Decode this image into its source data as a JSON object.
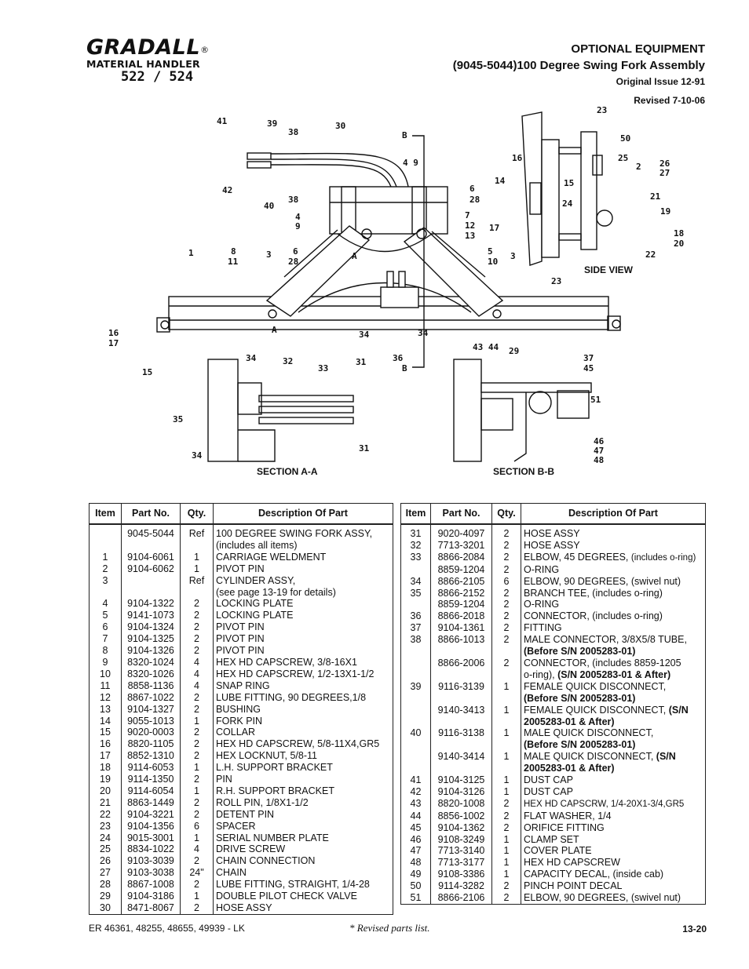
{
  "logo": {
    "brand": "GRADALL",
    "registered": "®",
    "subtitle": "MATERIAL HANDLER",
    "model": "522 / 524"
  },
  "header": {
    "line1": "OPTIONAL EQUIPMENT",
    "line2": "(9045-5044)100 Degree Swing Fork Assembly",
    "line3": "Original Issue 12-91",
    "line4": "Revised 7-10-06"
  },
  "diagram": {
    "side_view_caption": "SIDE VIEW",
    "section_aa_caption": "SECTION A-A",
    "section_bb_caption": "SECTION B-B",
    "callouts": [
      "41",
      "39",
      "38",
      "30",
      "42",
      "40",
      "38",
      "B",
      "4 9",
      "6",
      "28",
      "4",
      "9",
      "7",
      "12",
      "13",
      "8",
      "11",
      "3",
      "6",
      "28",
      "1",
      "A",
      "5",
      "10",
      "3",
      "16",
      "17",
      "15",
      "A",
      "34",
      "34",
      "36",
      "B",
      "23",
      "50",
      "25",
      "2",
      "26",
      "27",
      "16",
      "14",
      "15",
      "24",
      "21",
      "19",
      "17",
      "18",
      "20",
      "22",
      "23",
      "34",
      "32",
      "33",
      "31",
      "35",
      "34",
      "31",
      "43 44",
      "29",
      "37",
      "45",
      "51",
      "46",
      "47",
      "48"
    ]
  },
  "table": {
    "headers": {
      "item": "Item",
      "part": "Part No.",
      "qty": "Qty.",
      "desc": "Description Of Part"
    },
    "left": [
      {
        "item": "",
        "part": "9045-5044",
        "qty": "Ref",
        "desc": "100 DEGREE SWING FORK ASSY,"
      },
      {
        "item": "",
        "part": "",
        "qty": "",
        "desc": "(includes all items)"
      },
      {
        "item": "1",
        "part": "9104-6061",
        "qty": "1",
        "desc": "CARRIAGE WELDMENT"
      },
      {
        "item": "2",
        "part": "9104-6062",
        "qty": "1",
        "desc": "PIVOT PIN"
      },
      {
        "item": "3",
        "part": "",
        "qty": "Ref",
        "desc": "CYLINDER ASSY,"
      },
      {
        "item": "",
        "part": "",
        "qty": "",
        "desc": "(see page 13-19 for details)"
      },
      {
        "item": "4",
        "part": "9104-1322",
        "qty": "2",
        "desc": "LOCKING PLATE"
      },
      {
        "item": "5",
        "part": "9141-1073",
        "qty": "2",
        "desc": "LOCKING PLATE"
      },
      {
        "item": "6",
        "part": "9104-1324",
        "qty": "2",
        "desc": "PIVOT PIN"
      },
      {
        "item": "7",
        "part": "9104-1325",
        "qty": "2",
        "desc": "PIVOT PIN"
      },
      {
        "item": "8",
        "part": "9104-1326",
        "qty": "2",
        "desc": "PIVOT PIN"
      },
      {
        "item": "9",
        "part": "8320-1024",
        "qty": "4",
        "desc": "HEX HD CAPSCREW, 3/8-16X1"
      },
      {
        "item": "10",
        "part": "8320-1026",
        "qty": "4",
        "desc": "HEX HD CAPSCREW, 1/2-13X1-1/2"
      },
      {
        "item": "11",
        "part": "8858-1136",
        "qty": "4",
        "desc": "SNAP RING"
      },
      {
        "item": "12",
        "part": "8867-1022",
        "qty": "2",
        "desc": "LUBE FITTING, 90 DEGREES,1/8"
      },
      {
        "item": "13",
        "part": "9104-1327",
        "qty": "2",
        "desc": "BUSHING"
      },
      {
        "item": "14",
        "part": "9055-1013",
        "qty": "1",
        "desc": "FORK PIN"
      },
      {
        "item": "15",
        "part": "9020-0003",
        "qty": "2",
        "desc": "COLLAR"
      },
      {
        "item": "16",
        "part": "8820-1105",
        "qty": "2",
        "desc": "HEX HD CAPSCREW, 5/8-11X4,GR5"
      },
      {
        "item": "17",
        "part": "8852-1310",
        "qty": "2",
        "desc": "HEX LOCKNUT, 5/8-11"
      },
      {
        "item": "18",
        "part": "9114-6053",
        "qty": "1",
        "desc": "L.H. SUPPORT BRACKET"
      },
      {
        "item": "19",
        "part": "9114-1350",
        "qty": "2",
        "desc": "PIN"
      },
      {
        "item": "20",
        "part": "9114-6054",
        "qty": "1",
        "desc": "R.H. SUPPORT BRACKET"
      },
      {
        "item": "21",
        "part": "8863-1449",
        "qty": "2",
        "desc": "ROLL PIN, 1/8X1-1/2"
      },
      {
        "item": "22",
        "part": "9104-3221",
        "qty": "2",
        "desc": "DETENT PIN"
      },
      {
        "item": "23",
        "part": "9104-1356",
        "qty": "6",
        "desc": "SPACER"
      },
      {
        "item": "24",
        "part": "9015-3001",
        "qty": "1",
        "desc": "SERIAL NUMBER PLATE"
      },
      {
        "item": "25",
        "part": "8834-1022",
        "qty": "4",
        "desc": "DRIVE SCREW"
      },
      {
        "item": "26",
        "part": "9103-3039",
        "qty": "2",
        "desc": "CHAIN CONNECTION"
      },
      {
        "item": "27",
        "part": "9103-3038",
        "qty": "24\"",
        "desc": "CHAIN"
      },
      {
        "item": "28",
        "part": "8867-1008",
        "qty": "2",
        "desc": "LUBE FITTING, STRAIGHT, 1/4-28"
      },
      {
        "item": "29",
        "part": "9104-3186",
        "qty": "1",
        "desc": "DOUBLE PILOT CHECK VALVE"
      },
      {
        "item": "30",
        "part": "8471-8067",
        "qty": "2",
        "desc": "HOSE ASSY"
      }
    ],
    "right": [
      {
        "item": "31",
        "part": "9020-4097",
        "qty": "2",
        "desc": "HOSE ASSY",
        "desc2": ""
      },
      {
        "item": "32",
        "part": "7713-3201",
        "qty": "2",
        "desc": "HOSE ASSY",
        "desc2": ""
      },
      {
        "item": "33",
        "part": "8866-2084",
        "qty": "2",
        "desc": "ELBOW, 45 DEGREES, ",
        "desc2": "(includes o-ring)"
      },
      {
        "item": "",
        "part": "8859-1204",
        "qty": "2",
        "desc": "O-RING",
        "desc2": ""
      },
      {
        "item": "34",
        "part": "8866-2105",
        "qty": "6",
        "desc": "ELBOW, 90 DEGREES, (swivel nut)",
        "desc2": ""
      },
      {
        "item": "35",
        "part": "8866-2152",
        "qty": "2",
        "desc": "BRANCH TEE, (includes o-ring)",
        "desc2": ""
      },
      {
        "item": "",
        "part": "8859-1204",
        "qty": "2",
        "desc": "O-RING",
        "desc2": ""
      },
      {
        "item": "36",
        "part": "8866-2018",
        "qty": "2",
        "desc": "CONNECTOR, (includes o-ring)",
        "desc2": ""
      },
      {
        "item": "37",
        "part": "9104-1361",
        "qty": "2",
        "desc": "FITTING",
        "desc2": ""
      },
      {
        "item": "38",
        "part": "8866-1013",
        "qty": "2",
        "desc": "MALE CONNECTOR, 3/8X5/8 TUBE,",
        "desc2": ""
      },
      {
        "item": "",
        "part": "",
        "qty": "",
        "desc": "",
        "desc2": "(Before S/N 2005283-01)"
      },
      {
        "item": "",
        "part": "8866-2006",
        "qty": "2",
        "desc": "CONNECTOR, (includes 8859-1205",
        "desc2": ""
      },
      {
        "item": "",
        "part": "",
        "qty": "",
        "desc": "o-ring), ",
        "desc2": "(S/N 2005283-01 & After)"
      },
      {
        "item": "39",
        "part": "9116-3139",
        "qty": "1",
        "desc": "FEMALE QUICK DISCONNECT,",
        "desc2": ""
      },
      {
        "item": "",
        "part": "",
        "qty": "",
        "desc": "",
        "desc2": "(Before S/N 2005283-01)"
      },
      {
        "item": "",
        "part": "9140-3413",
        "qty": "1",
        "desc": "FEMALE QUICK DISCONNECT, ",
        "desc2": "(S/N"
      },
      {
        "item": "",
        "part": "",
        "qty": "",
        "desc": "",
        "desc2": "2005283-01 & After)"
      },
      {
        "item": "40",
        "part": "9116-3138",
        "qty": "1",
        "desc": "MALE QUICK DISCONNECT,",
        "desc2": ""
      },
      {
        "item": "",
        "part": "",
        "qty": "",
        "desc": "",
        "desc2": "(Before S/N 2005283-01)"
      },
      {
        "item": "",
        "part": "9140-3414",
        "qty": "1",
        "desc": "MALE QUICK DISCONNECT, ",
        "desc2": "(S/N"
      },
      {
        "item": "",
        "part": "",
        "qty": "",
        "desc": "",
        "desc2": "2005283-01 & After)"
      },
      {
        "item": "41",
        "part": "9104-3125",
        "qty": "1",
        "desc": "DUST CAP",
        "desc2": ""
      },
      {
        "item": "42",
        "part": "9104-3126",
        "qty": "1",
        "desc": "DUST CAP",
        "desc2": ""
      },
      {
        "item": "43",
        "part": "8820-1008",
        "qty": "2",
        "desc": "",
        "desc2": "HEX HD CAPSCRW, 1/4-20X1-3/4,GR5"
      },
      {
        "item": "44",
        "part": "8856-1002",
        "qty": "2",
        "desc": "FLAT WASHER, 1/4",
        "desc2": ""
      },
      {
        "item": "45",
        "part": "9104-1362",
        "qty": "2",
        "desc": "ORIFICE FITTING",
        "desc2": ""
      },
      {
        "item": "46",
        "part": "9108-3249",
        "qty": "1",
        "desc": "CLAMP SET",
        "desc2": ""
      },
      {
        "item": "47",
        "part": "7713-3140",
        "qty": "1",
        "desc": "COVER PLATE",
        "desc2": ""
      },
      {
        "item": "48",
        "part": "7713-3177",
        "qty": "1",
        "desc": "HEX HD CAPSCREW",
        "desc2": ""
      },
      {
        "item": "49",
        "part": "9108-3386",
        "qty": "1",
        "desc": "CAPACITY DECAL, (inside cab)",
        "desc2": ""
      },
      {
        "item": "50",
        "part": "9114-3282",
        "qty": "2",
        "desc": "PINCH POINT DECAL",
        "desc2": ""
      },
      {
        "item": "51",
        "part": "8866-2106",
        "qty": "2",
        "desc": "ELBOW, 90 DEGREES, (swivel nut)",
        "desc2": ""
      }
    ]
  },
  "footer": {
    "left": "ER 46361, 48255, 48655, 49939 - LK",
    "center": "* Revised parts list.",
    "page": "13-20"
  }
}
